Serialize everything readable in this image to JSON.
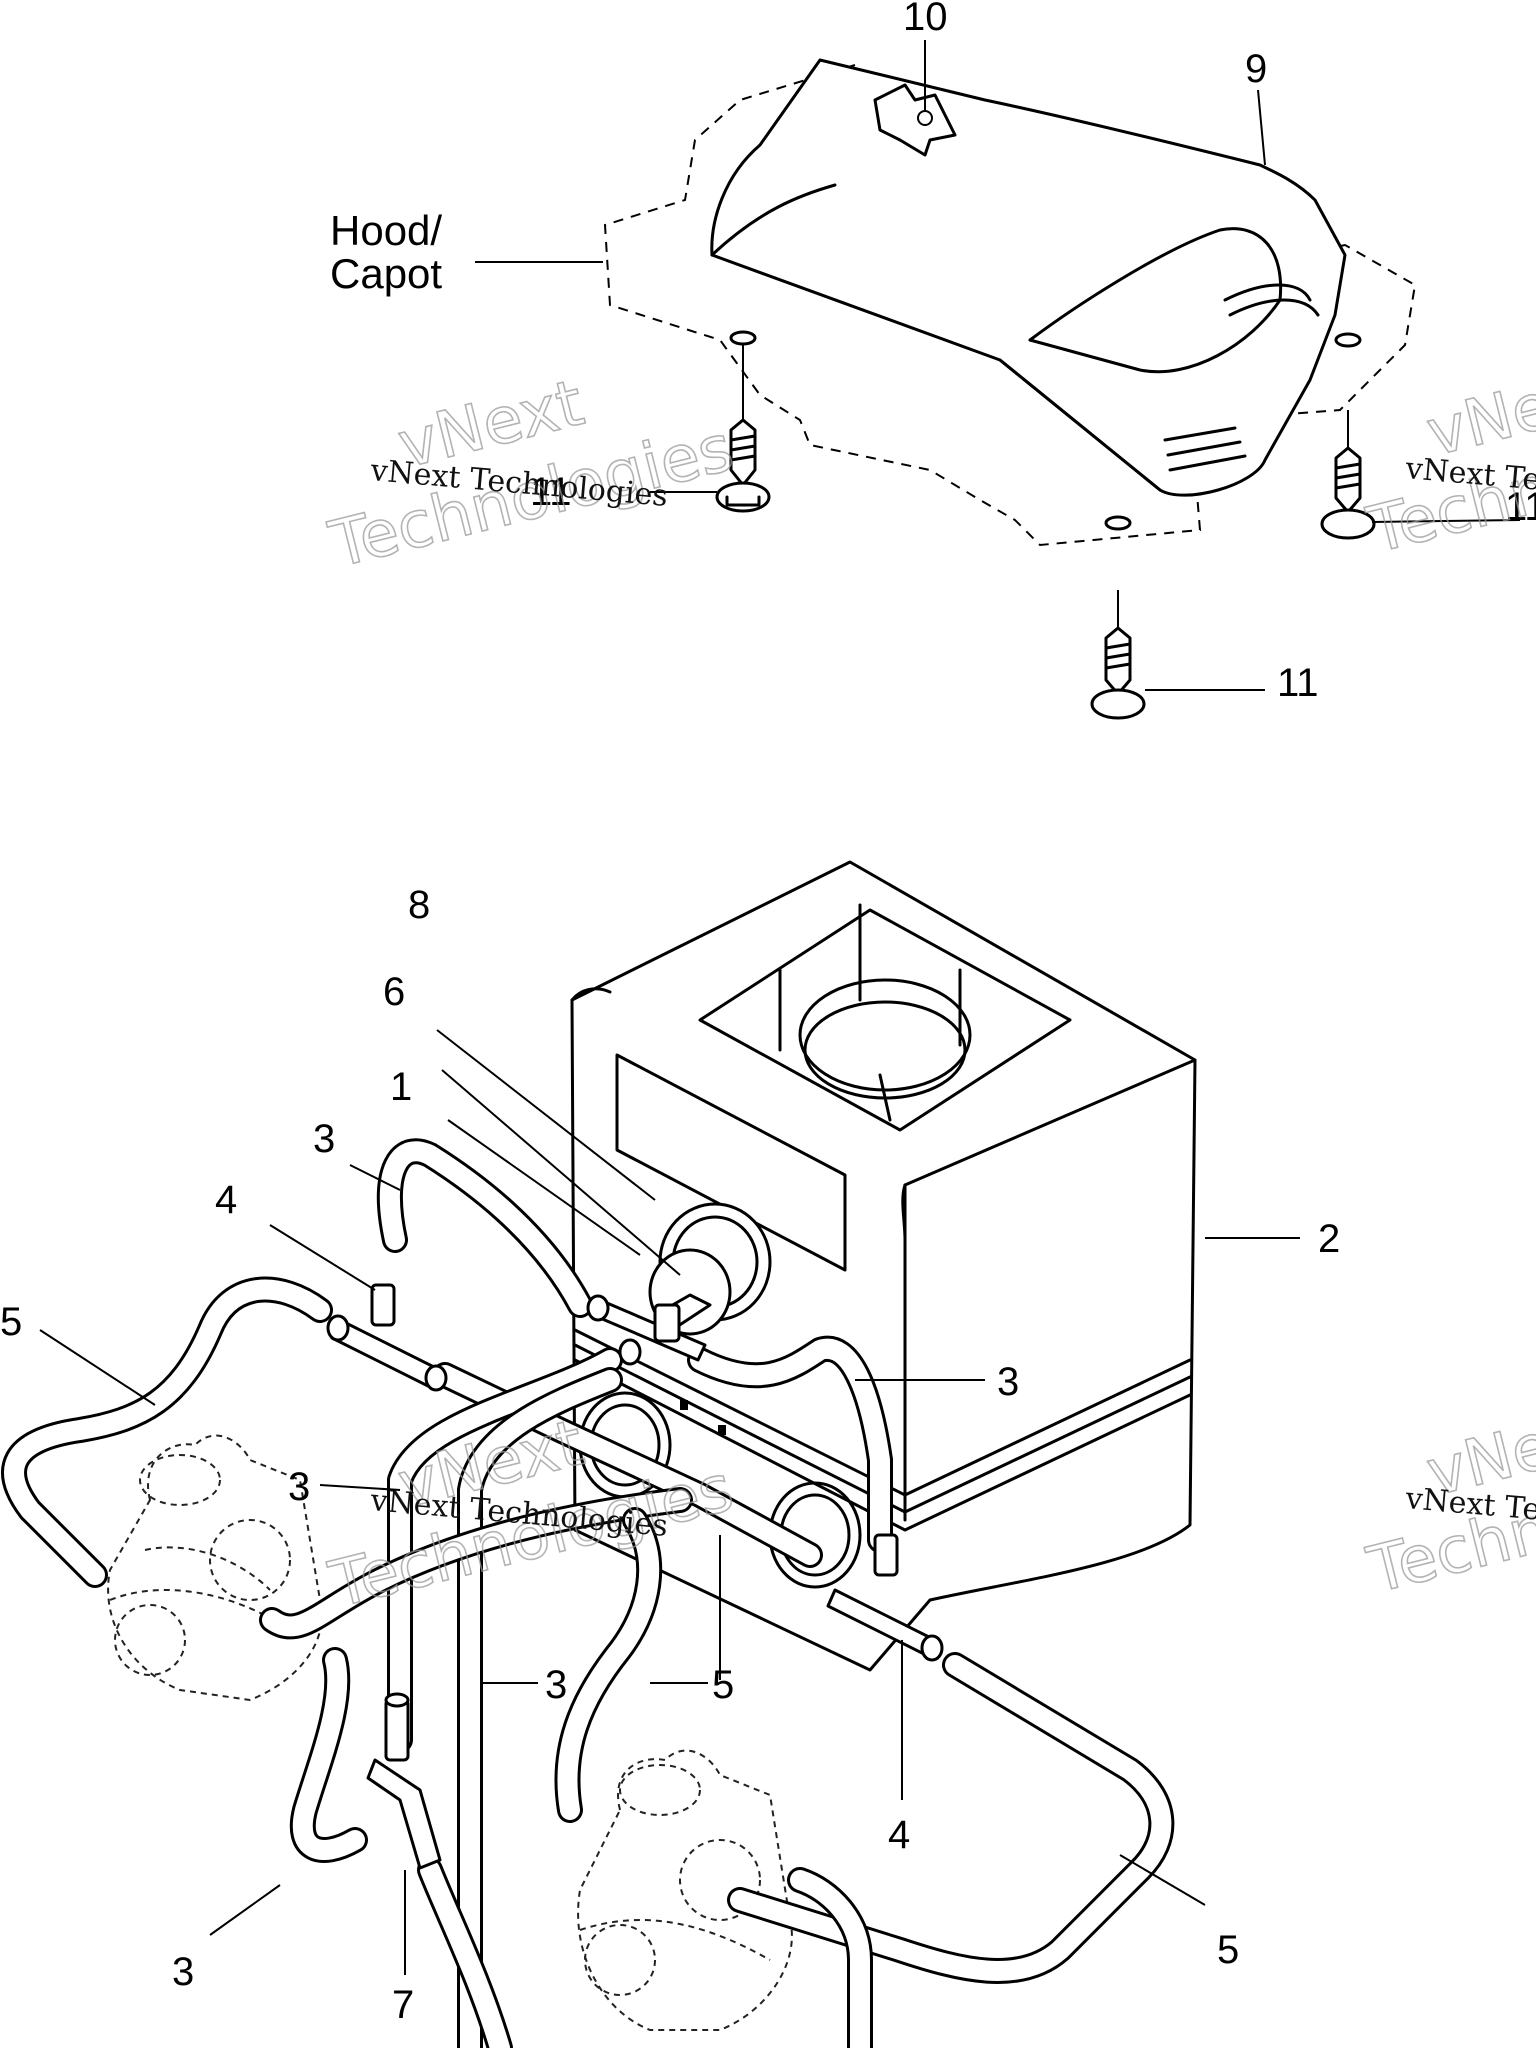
{
  "hood_label": [
    "Hood/",
    "Capot"
  ],
  "callouts": {
    "c10": "10",
    "c9": "9",
    "c11_left": "11",
    "c11_right": "11",
    "c11_bottom": "11",
    "c8": "8",
    "c6": "6",
    "c1": "1",
    "c3_top": "3",
    "c4_left": "4",
    "c5_left": "5",
    "c2": "2",
    "c3_right": "3",
    "c3_mid": "3",
    "c3_center": "3",
    "c5_center": "5",
    "c4_bottom": "4",
    "c3_bottom": "3",
    "c7": "7",
    "c5_bottom": "5"
  },
  "watermark": {
    "line1": "vNext",
    "line2": "Technologies",
    "small": "vNext Technologies",
    "edge1": "vNe",
    "edge2": "Techn",
    "edge_small": "vNext Te"
  },
  "colors": {
    "ink": "#000000",
    "watermark": "#9a9a9a",
    "background": "#ffffff"
  }
}
